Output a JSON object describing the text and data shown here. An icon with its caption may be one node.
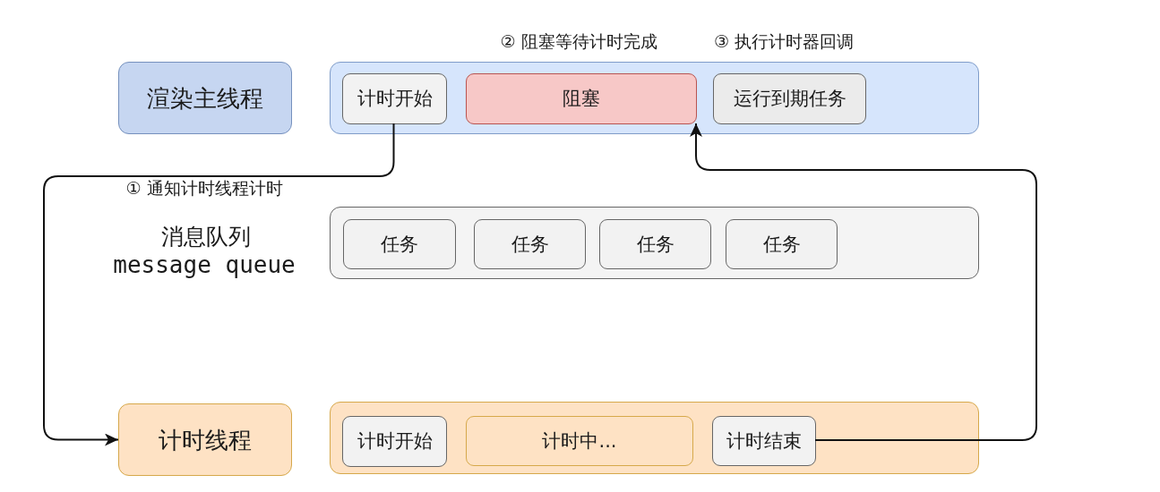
{
  "diagram": {
    "nodes": [
      {
        "text": [
          "渲染主线程"
        ]
      },
      {
        "text": [],
        "shape": "box"
      },
      {
        "text": [
          "计时开始"
        ],
        "in": 1
      },
      {
        "text": [
          "阻塞"
        ],
        "in": 1,
        "beside": [
          "② 阻塞等待计时完成"
        ]
      },
      {
        "text": [
          "运行到期任务"
        ],
        "in": 1,
        "beside": [
          "③ 执行计时器回调"
        ]
      },
      {
        "text": [],
        "shape": "box"
      },
      {
        "text": [
          "任务"
        ],
        "in": 5
      },
      {
        "text": [
          "任务"
        ],
        "in": 5
      },
      {
        "text": [
          "任务"
        ],
        "in": 5
      },
      {
        "text": [
          "任务"
        ],
        "in": 5
      },
      {
        "text": [
          "计时线程"
        ]
      },
      {
        "text": [],
        "shape": "box"
      },
      {
        "text": [
          "计时开始"
        ],
        "in": 11
      },
      {
        "text": [
          "计时中..."
        ],
        "in": 11
      },
      {
        "text": [
          "计时结束"
        ],
        "in": 11
      }
    ],
    "edges": [
      {
        "from": 2,
        "to": 10,
        "arrow": "to",
        "label": "① 通知计时线程计时"
      },
      {
        "from": 14,
        "to": 3,
        "arrow": "to"
      }
    ],
    "labels": [
      "消息队列",
      "message queue"
    ]
  }
}
